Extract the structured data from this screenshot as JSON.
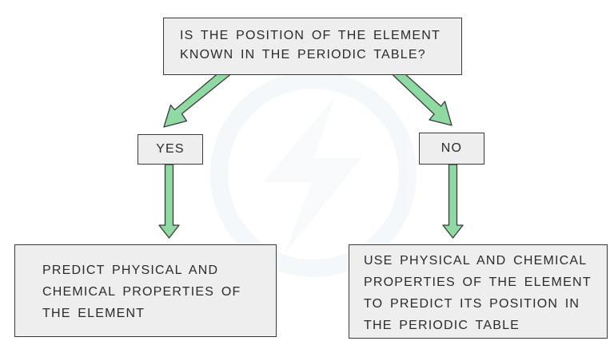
{
  "diagram": {
    "question": {
      "line1": "IS THE POSITION OF THE ELEMENT",
      "line2": "KNOWN IN THE PERIODIC TABLE?"
    },
    "yes_label": "YES",
    "no_label": "NO",
    "yes_outcome": {
      "line1": "PREDICT PHYSICAL AND",
      "line2": "CHEMICAL PROPERTIES OF",
      "line3": "THE ELEMENT"
    },
    "no_outcome": {
      "line1": "USE PHYSICAL AND CHEMICAL",
      "line2": "PROPERTIES OF THE ELEMENT",
      "line3": "TO PREDICT ITS POSITION IN",
      "line4": "THE PERIODIC TABLE"
    }
  },
  "colors": {
    "arrow_fill": "#8fd9a2",
    "arrow_stroke": "#3a3a3a",
    "box_fill": "#eeeeee",
    "box_border": "#3a3a3a",
    "text": "#2b2b2b",
    "watermark": "#f1f5f8"
  },
  "icons": {
    "watermark": "lightning-bolt-watermark-icon"
  }
}
